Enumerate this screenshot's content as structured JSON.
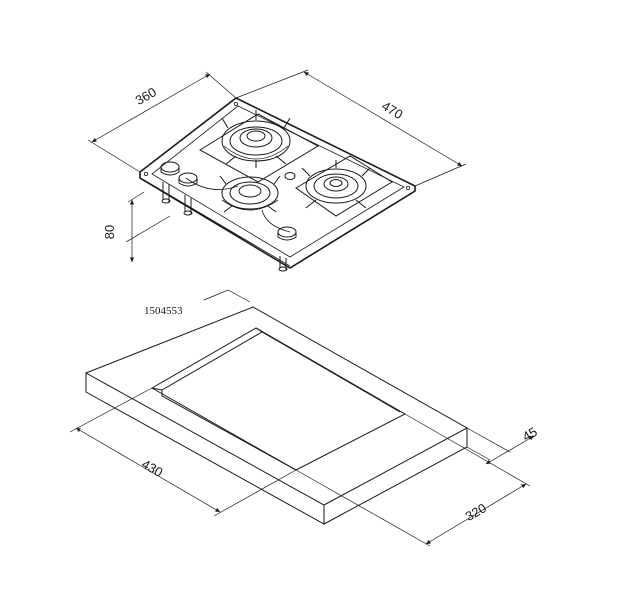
{
  "part_code": "1504553",
  "hob_dimensions": {
    "depth": "360",
    "width": "470",
    "height": "80"
  },
  "cutout_dimensions": {
    "width": "430",
    "depth": "320",
    "thickness": "45"
  }
}
